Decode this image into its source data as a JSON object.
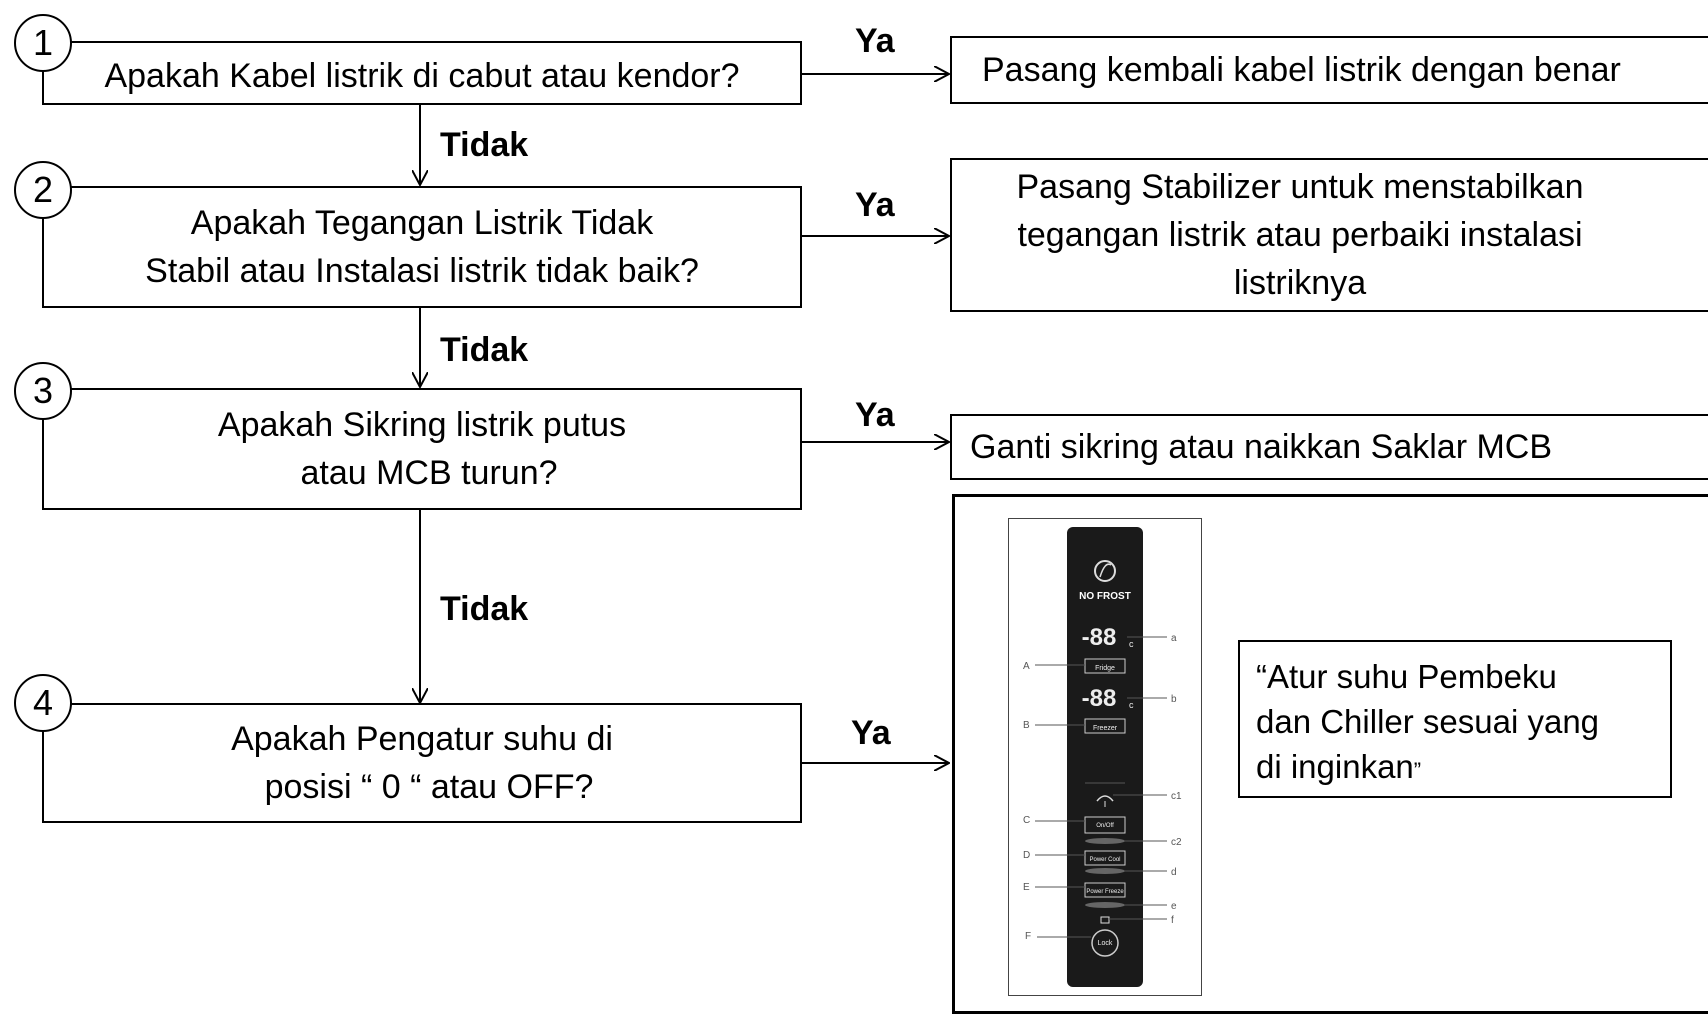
{
  "steps": [
    {
      "num": "1",
      "question": "Apakah Kabel listrik di cabut atau kendor?",
      "yes_action": "Pasang kembali kabel listrik dengan benar"
    },
    {
      "num": "2",
      "question_line1": "Apakah Tegangan Listrik Tidak",
      "question_line2": "Stabil atau Instalasi listrik tidak baik?",
      "yes_line1": "Pasang Stabilizer untuk menstabilkan",
      "yes_line2": "tegangan listrik atau perbaiki instalasi",
      "yes_line3": "listriknya"
    },
    {
      "num": "3",
      "question_line1": "Apakah Sikring listrik putus",
      "question_line2": "atau MCB turun?",
      "yes_action": "Ganti sikring atau naikkan Saklar MCB"
    },
    {
      "num": "4",
      "question_line1": "Apakah Pengatur suhu di",
      "question_line2": "posisi “ 0 “ atau OFF?"
    }
  ],
  "labels": {
    "yes": "Ya",
    "no": "Tidak"
  },
  "note": {
    "line1": "“Atur  suhu Pembeku",
    "line2": "dan Chiller sesuai yang",
    "line3": "di inginkan",
    "close_quote": "”"
  },
  "panel": {
    "brand": "NO FROST",
    "display": "-88",
    "unit": "c",
    "buttons": [
      "Fridge",
      "Freezer",
      "On/Off",
      "Power Cool",
      "Power Freeze",
      "Lock"
    ],
    "left_letters": [
      "A",
      "B",
      "C",
      "D",
      "E",
      "F"
    ],
    "right_letters": [
      "a",
      "b",
      "c1",
      "c2",
      "d",
      "e",
      "f"
    ]
  }
}
